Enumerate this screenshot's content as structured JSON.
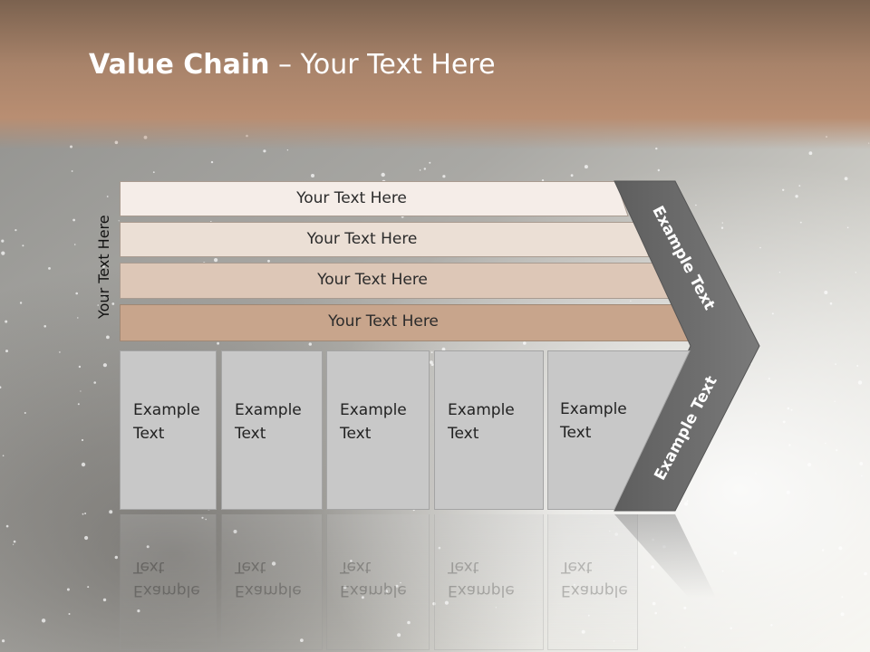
{
  "slide": {
    "title_bold": "Value Chain",
    "title_rest": " – Your Text Here",
    "vertical_label": "Your Text Here",
    "bands": [
      {
        "label": "Your Text Here",
        "color": "#f5ede8"
      },
      {
        "label": "Your Text Here",
        "color": "#ebdfd5"
      },
      {
        "label": "Your Text Here",
        "color": "#ddc7b7"
      },
      {
        "label": "Your Text Here",
        "color": "#c8a58c"
      }
    ],
    "boxes": [
      {
        "line1": "Example",
        "line2": "Text"
      },
      {
        "line1": "Example",
        "line2": "Text"
      },
      {
        "line1": "Example",
        "line2": "Text"
      },
      {
        "line1": "Example",
        "line2": "Text"
      },
      {
        "line1": "Example",
        "line2": "Text"
      }
    ],
    "chevron_top_text": "Example Text",
    "chevron_bottom_text": "Example Text",
    "colors": {
      "header_top": "#7f6450",
      "header_bottom": "#b88d72",
      "chevron": "#6f6f6f",
      "box": "#c8c8c8"
    }
  }
}
